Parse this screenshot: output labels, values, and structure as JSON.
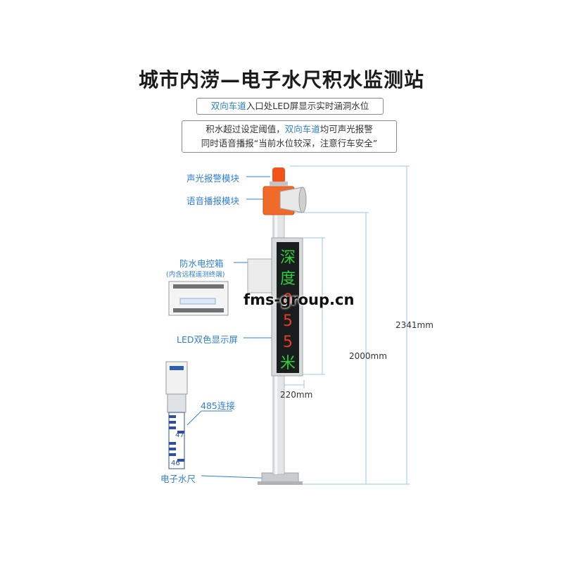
{
  "title": "城市内涝—电子水尺积水监测站",
  "info1": {
    "highlight": "双向车道",
    "rest": "入口处LED屏显示实时涵洞水位"
  },
  "info2": {
    "line1_pre": "积水超过设定阈值，",
    "line1_highlight": "双向车道",
    "line1_post": "均可声光报警",
    "line2": "同时语音播报“当前水位较深，注意行车安全”"
  },
  "labels": {
    "alarm": "声光报警模块",
    "voice": "语音播报模块",
    "box": "防水电控箱",
    "box_sub": "(内含远程遥测终端)",
    "led": "LED双色显示屏",
    "rs485": "485连接",
    "gauge": "电子水尺"
  },
  "dimensions": {
    "total": "2341mm",
    "pole": "2000mm",
    "width": "220mm"
  },
  "led_screen": {
    "chars": [
      "深",
      "度",
      "0",
      "5",
      "5",
      "米"
    ]
  },
  "gauge_marks": [
    "47",
    "46"
  ],
  "watermark": "fms-group.cn",
  "colors": {
    "accent": "#2f7fd3",
    "led_green": "#2fcf3a",
    "led_red": "#e0402a",
    "alarm": "#f05a1a"
  }
}
